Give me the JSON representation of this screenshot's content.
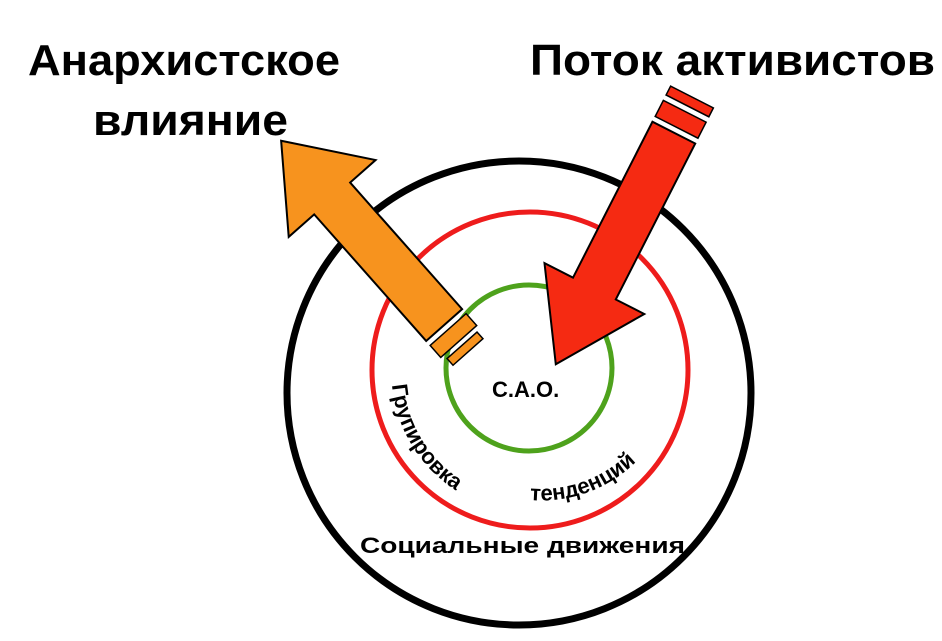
{
  "titles": {
    "left_line1": "Анархистское",
    "left_line2": "влияние",
    "right": "Поток активистов"
  },
  "rings": {
    "inner_label": "С.А.О.",
    "middle_label_left": "Групировка",
    "middle_label_right": "тенденций",
    "outer_label": "Социальные движения"
  },
  "colors": {
    "outer_ring": "#000000",
    "middle_ring": "#ee1c1c",
    "inner_ring": "#4ea21c",
    "influence_arrow": "#f7931e",
    "activists_arrow": "#f52a12"
  }
}
